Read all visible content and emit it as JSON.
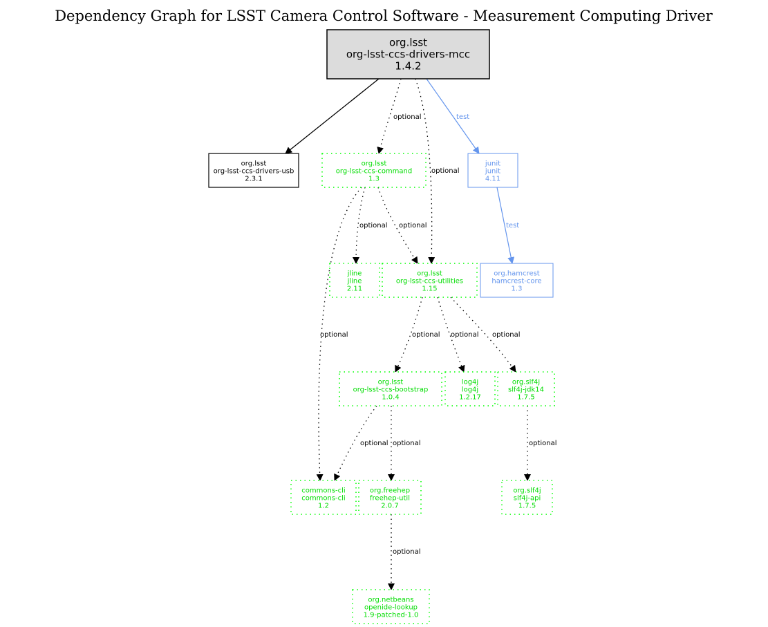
{
  "title": "Dependency Graph for LSST Camera Control Software - Measurement Computing Driver",
  "colors": {
    "compile": "#000000",
    "optional": "#00ff00",
    "test": "#6495ed",
    "root_fill": "#dcdcdc",
    "edge_optional": "#000000"
  },
  "nodes": [
    {
      "id": "mcc",
      "group": "org.lsst",
      "artifact": "org-lsst-ccs-drivers-mcc",
      "version": "1.4.2",
      "style": "root"
    },
    {
      "id": "usb",
      "group": "org.lsst",
      "artifact": "org-lsst-ccs-drivers-usb",
      "version": "2.3.1",
      "style": "compile"
    },
    {
      "id": "command",
      "group": "org.lsst",
      "artifact": "org-lsst-ccs-command",
      "version": "1.3",
      "style": "optional"
    },
    {
      "id": "junit",
      "group": "junit",
      "artifact": "junit",
      "version": "4.11",
      "style": "test"
    },
    {
      "id": "jline",
      "group": "jline",
      "artifact": "jline",
      "version": "2.11",
      "style": "optional"
    },
    {
      "id": "utilities",
      "group": "org.lsst",
      "artifact": "org-lsst-ccs-utilities",
      "version": "1.15",
      "style": "optional"
    },
    {
      "id": "hamcrest",
      "group": "org.hamcrest",
      "artifact": "hamcrest-core",
      "version": "1.3",
      "style": "test"
    },
    {
      "id": "bootstrap",
      "group": "org.lsst",
      "artifact": "org-lsst-ccs-bootstrap",
      "version": "1.0.4",
      "style": "optional"
    },
    {
      "id": "log4j",
      "group": "log4j",
      "artifact": "log4j",
      "version": "1.2.17",
      "style": "optional"
    },
    {
      "id": "jdk14",
      "group": "org.slf4j",
      "artifact": "slf4j-jdk14",
      "version": "1.7.5",
      "style": "optional"
    },
    {
      "id": "cli",
      "group": "commons-cli",
      "artifact": "commons-cli",
      "version": "1.2",
      "style": "optional"
    },
    {
      "id": "freehep",
      "group": "org.freehep",
      "artifact": "freehep-util",
      "version": "2.0.7",
      "style": "optional"
    },
    {
      "id": "slf4japi",
      "group": "org.slf4j",
      "artifact": "slf4j-api",
      "version": "1.7.5",
      "style": "optional"
    },
    {
      "id": "lookup",
      "group": "org.netbeans",
      "artifact": "openide-lookup",
      "version": "1.9-patched-1.0",
      "style": "optional"
    }
  ],
  "edges": [
    {
      "from": "mcc",
      "to": "usb",
      "label": "",
      "style": "compile"
    },
    {
      "from": "mcc",
      "to": "command",
      "label": "optional",
      "style": "optional"
    },
    {
      "from": "mcc",
      "to": "utilities",
      "label": "optional",
      "style": "optional"
    },
    {
      "from": "mcc",
      "to": "junit",
      "label": "test",
      "style": "test"
    },
    {
      "from": "junit",
      "to": "hamcrest",
      "label": "test",
      "style": "test"
    },
    {
      "from": "command",
      "to": "jline",
      "label": "optional",
      "style": "optional"
    },
    {
      "from": "command",
      "to": "utilities",
      "label": "optional",
      "style": "optional"
    },
    {
      "from": "command",
      "to": "cli",
      "label": "optional",
      "style": "optional"
    },
    {
      "from": "utilities",
      "to": "bootstrap",
      "label": "optional",
      "style": "optional"
    },
    {
      "from": "utilities",
      "to": "log4j",
      "label": "optional",
      "style": "optional"
    },
    {
      "from": "utilities",
      "to": "jdk14",
      "label": "optional",
      "style": "optional"
    },
    {
      "from": "bootstrap",
      "to": "cli",
      "label": "optional",
      "style": "optional"
    },
    {
      "from": "bootstrap",
      "to": "freehep",
      "label": "optional",
      "style": "optional"
    },
    {
      "from": "jdk14",
      "to": "slf4japi",
      "label": "optional",
      "style": "optional"
    },
    {
      "from": "freehep",
      "to": "lookup",
      "label": "optional",
      "style": "optional"
    }
  ]
}
